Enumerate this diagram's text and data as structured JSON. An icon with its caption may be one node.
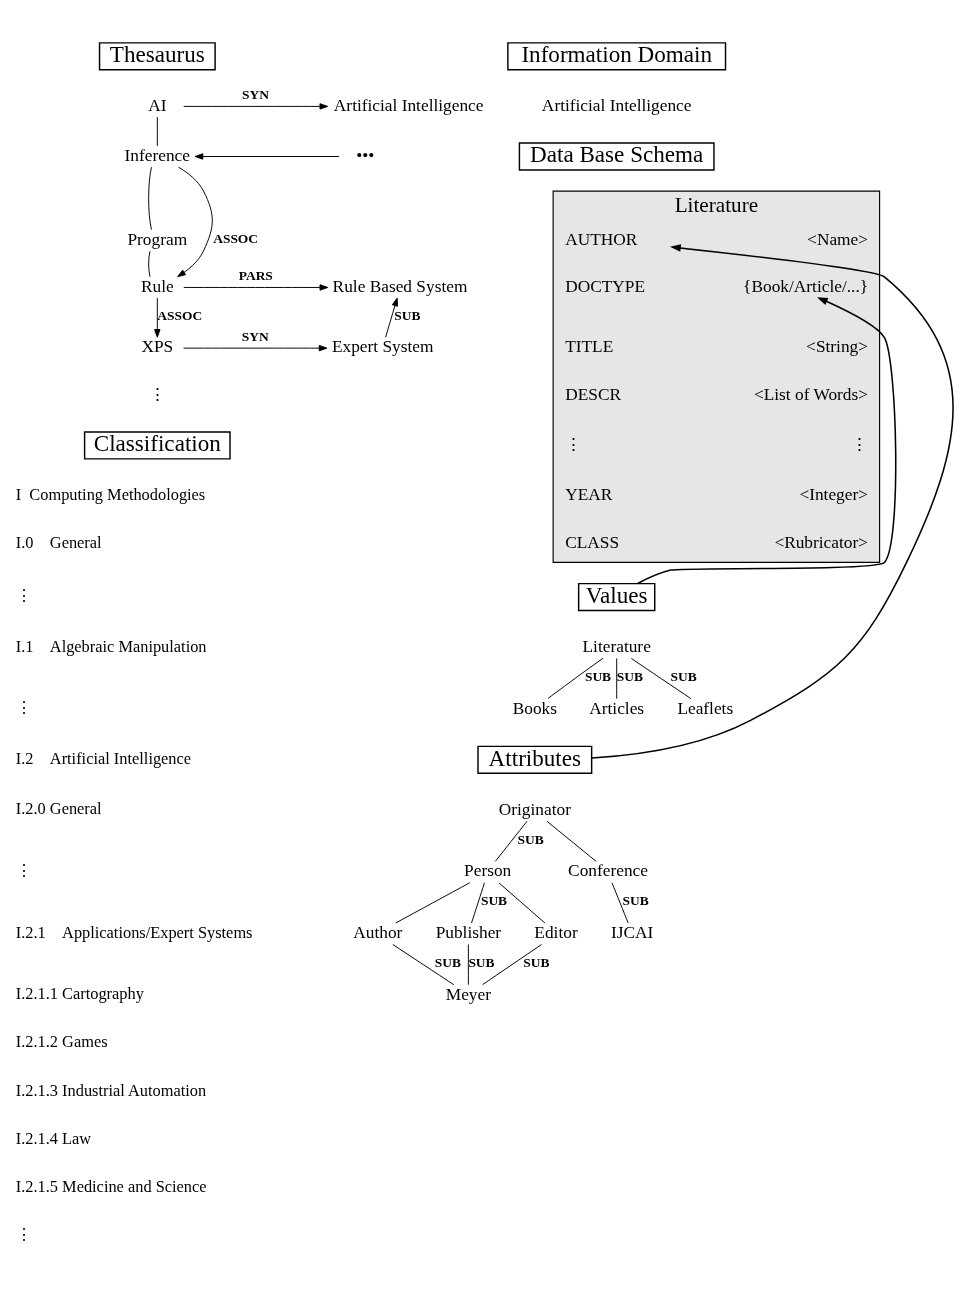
{
  "diagram": {
    "nodes": [
      {
        "text": [
          "Thesaurus"
        ]
      },
      {
        "text": [
          "Information Domain"
        ]
      },
      {
        "text": [
          "AI"
        ]
      },
      {
        "text": [
          "Artificial Intelligence"
        ]
      },
      {
        "text": [
          "Inference"
        ]
      },
      {
        "text": [
          "•••"
        ]
      },
      {
        "text": [
          "Data Base Schema"
        ]
      },
      {
        "text": [
          "Program"
        ]
      },
      {
        "text": [
          "Literature"
        ]
      },
      {
        "text": [
          "AUTHOR"
        ],
        "in": 8
      },
      {
        "text": [
          "<Name>"
        ],
        "in": 8
      },
      {
        "text": [
          "DOCTYPE"
        ],
        "in": 8
      },
      {
        "text": [
          "{Book/Article/...}"
        ],
        "in": 8
      },
      {
        "text": [
          "TITLE"
        ],
        "in": 8
      },
      {
        "text": [
          "<String>"
        ],
        "in": 8
      },
      {
        "text": [
          "DESCR"
        ],
        "in": 8
      },
      {
        "text": [
          "<List of Words>"
        ],
        "in": 8
      },
      {
        "text": [
          "⋮"
        ],
        "in": 8
      },
      {
        "text": [
          "⋮"
        ],
        "in": 8
      },
      {
        "text": [
          "YEAR"
        ],
        "in": 8
      },
      {
        "text": [
          "<Integer>"
        ],
        "in": 8
      },
      {
        "text": [
          "CLASS"
        ],
        "in": 8
      },
      {
        "text": [
          "<Rubricator>"
        ],
        "in": 8
      },
      {
        "text": [
          "Rule"
        ]
      },
      {
        "text": [
          "Rule Based System"
        ]
      },
      {
        "text": [
          "XPS"
        ]
      },
      {
        "text": [
          "Expert System"
        ]
      },
      {
        "text": [
          "Classification"
        ]
      },
      {
        "text": [
          "Values"
        ]
      },
      {
        "text": [
          "Literature"
        ]
      },
      {
        "text": [
          "Books"
        ]
      },
      {
        "text": [
          "Articles"
        ]
      },
      {
        "text": [
          "Leaflets"
        ]
      },
      {
        "text": [
          "Attributes"
        ]
      },
      {
        "text": [
          "Originator"
        ]
      },
      {
        "text": [
          "Person"
        ]
      },
      {
        "text": [
          "Author"
        ]
      },
      {
        "text": [
          "Publisher"
        ]
      },
      {
        "text": [
          "Editor"
        ]
      },
      {
        "text": [
          "Conference"
        ]
      },
      {
        "text": [
          "Meyer"
        ]
      },
      {
        "text": [
          "IJCAI"
        ]
      }
    ],
    "edges": [
      {
        "from": 2,
        "to": 3,
        "arrow": "to",
        "label": "SYN"
      },
      {
        "from": 2,
        "to": 4,
        "arrow": "none"
      },
      {
        "from": 5,
        "to": 4,
        "arrow": "to"
      },
      {
        "from": 4,
        "to": 23,
        "arrow": "to",
        "label": "ASSOC"
      },
      {
        "from": 4,
        "to": 7,
        "arrow": "none"
      },
      {
        "from": 7,
        "to": 23,
        "arrow": "none"
      },
      {
        "from": 23,
        "to": 24,
        "arrow": "to",
        "label": "PARS"
      },
      {
        "from": 23,
        "to": 25,
        "arrow": "to",
        "label": "ASSOC"
      },
      {
        "from": 25,
        "to": 26,
        "arrow": "to",
        "label": "SYN"
      },
      {
        "from": 26,
        "to": 24,
        "arrow": "to",
        "label": "SUB"
      },
      {
        "from": 33,
        "to": 9,
        "arrow": "to"
      },
      {
        "from": 28,
        "to": 12,
        "arrow": "to"
      },
      {
        "from": 29,
        "to": 30,
        "arrow": "none",
        "label": "SUB"
      },
      {
        "from": 29,
        "to": 31,
        "arrow": "none",
        "label": "SUB"
      },
      {
        "from": 29,
        "to": 32,
        "arrow": "none",
        "label": "SUB"
      },
      {
        "from": 34,
        "to": 35,
        "arrow": "none",
        "label": "SUB"
      },
      {
        "from": 34,
        "to": 39,
        "arrow": "none"
      },
      {
        "from": 35,
        "to": 36,
        "arrow": "none"
      },
      {
        "from": 35,
        "to": 37,
        "arrow": "none",
        "label": "SUB"
      },
      {
        "from": 35,
        "to": 38,
        "arrow": "none"
      },
      {
        "from": 36,
        "to": 40,
        "arrow": "none",
        "label": "SUB"
      },
      {
        "from": 37,
        "to": 40,
        "arrow": "none",
        "label": "SUB"
      },
      {
        "from": 38,
        "to": 40,
        "arrow": "none",
        "label": "SUB"
      },
      {
        "from": 39,
        "to": 41,
        "arrow": "none",
        "label": "SUB"
      }
    ],
    "labels": [
      "Artificial Intelligence",
      "⋮",
      "I  Computing Methodologies",
      "I.0    General",
      "⋮",
      "I.1    Algebraic Manipulation",
      "⋮",
      "I.2    Artificial Intelligence",
      "I.2.0 General",
      "⋮",
      "I.2.1    Applications/Expert Systems",
      "I.2.1.1 Cartography",
      "I.2.1.2 Games",
      "I.2.1.3 Industrial Automation",
      "I.2.1.4 Law",
      "I.2.1.5 Medicine and Science",
      "⋮"
    ]
  }
}
